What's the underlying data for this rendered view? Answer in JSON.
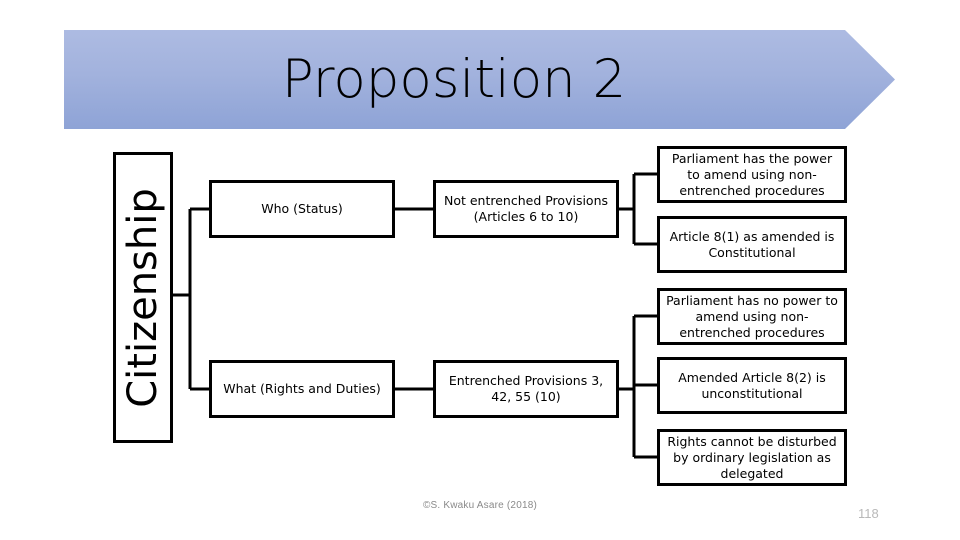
{
  "slide": {
    "title": "Proposition 2",
    "copyright": "©S. Kwaku Asare (2018)",
    "slide_number": "118",
    "colors": {
      "banner_gradient_top": "#aab9e0",
      "banner_gradient_bottom": "#8ea3d6",
      "box_border": "#000000",
      "box_fill": "#ffffff",
      "text": "#000000",
      "footer_text": "#8a8a8a",
      "slide_number_text": "#b9b9b9"
    }
  },
  "diagram": {
    "root": {
      "label": "Citizenship"
    },
    "level1": [
      {
        "id": "who",
        "label": "Who (Status)"
      },
      {
        "id": "what",
        "label": "What (Rights and Duties)"
      }
    ],
    "level2": [
      {
        "id": "notent",
        "label": "Not entrenched Provisions (Articles 6 to 10)"
      },
      {
        "id": "ent",
        "label": "Entrenched Provisions 3, 42, 55 (10)"
      }
    ],
    "level3": [
      {
        "id": "r1",
        "label": "Parliament has the power to amend using non-entrenched procedures"
      },
      {
        "id": "r2",
        "label": "Article 8(1) as amended is Constitutional"
      },
      {
        "id": "r3",
        "label": "Parliament has no power to amend using non-entrenched procedures"
      },
      {
        "id": "r4",
        "label": "Amended Article 8(2) is unconstitutional"
      },
      {
        "id": "r5",
        "label": "Rights cannot be disturbed by ordinary legislation as delegated"
      }
    ]
  }
}
